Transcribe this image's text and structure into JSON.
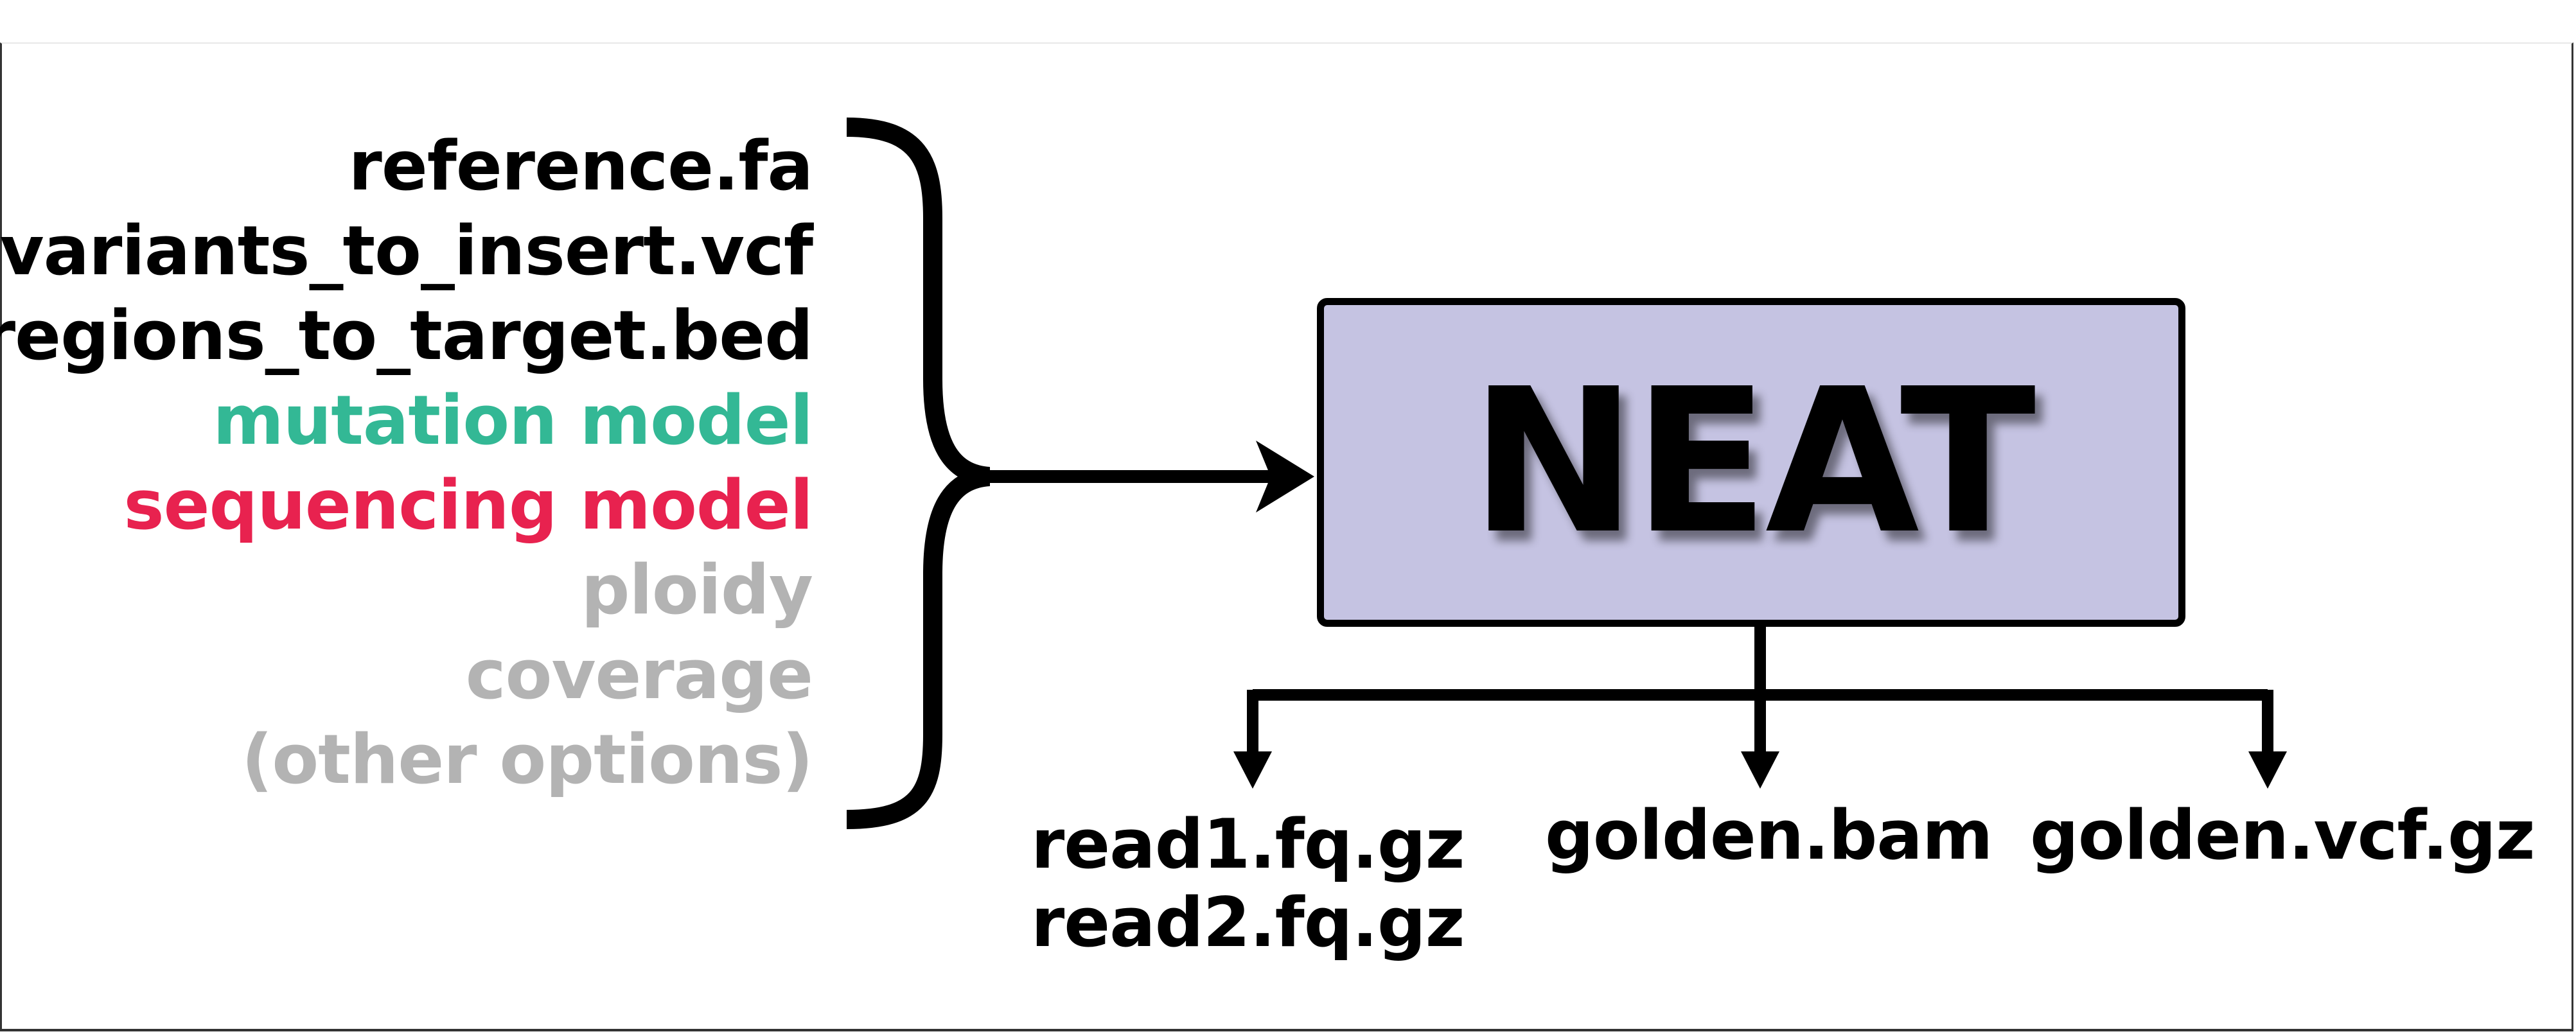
{
  "inputs": [
    {
      "label": "reference.fa",
      "color": "#000000"
    },
    {
      "label": "variants_to_insert.vcf",
      "color": "#000000"
    },
    {
      "label": "regions_to_target.bed",
      "color": "#000000"
    },
    {
      "label": "mutation model",
      "color": "#33b895"
    },
    {
      "label": "sequencing model",
      "color": "#e8224f"
    },
    {
      "label": "ploidy",
      "color": "#b3b3b3"
    },
    {
      "label": "coverage",
      "color": "#b3b3b3"
    },
    {
      "label": "(other options)",
      "color": "#b3b3b3"
    }
  ],
  "process": {
    "title": "NEAT",
    "fill": "#c5c3e2"
  },
  "outputs": {
    "reads": [
      "read1.fq.gz",
      "read2.fq.gz"
    ],
    "bam": "golden.bam",
    "vcf": "golden.vcf.gz"
  }
}
